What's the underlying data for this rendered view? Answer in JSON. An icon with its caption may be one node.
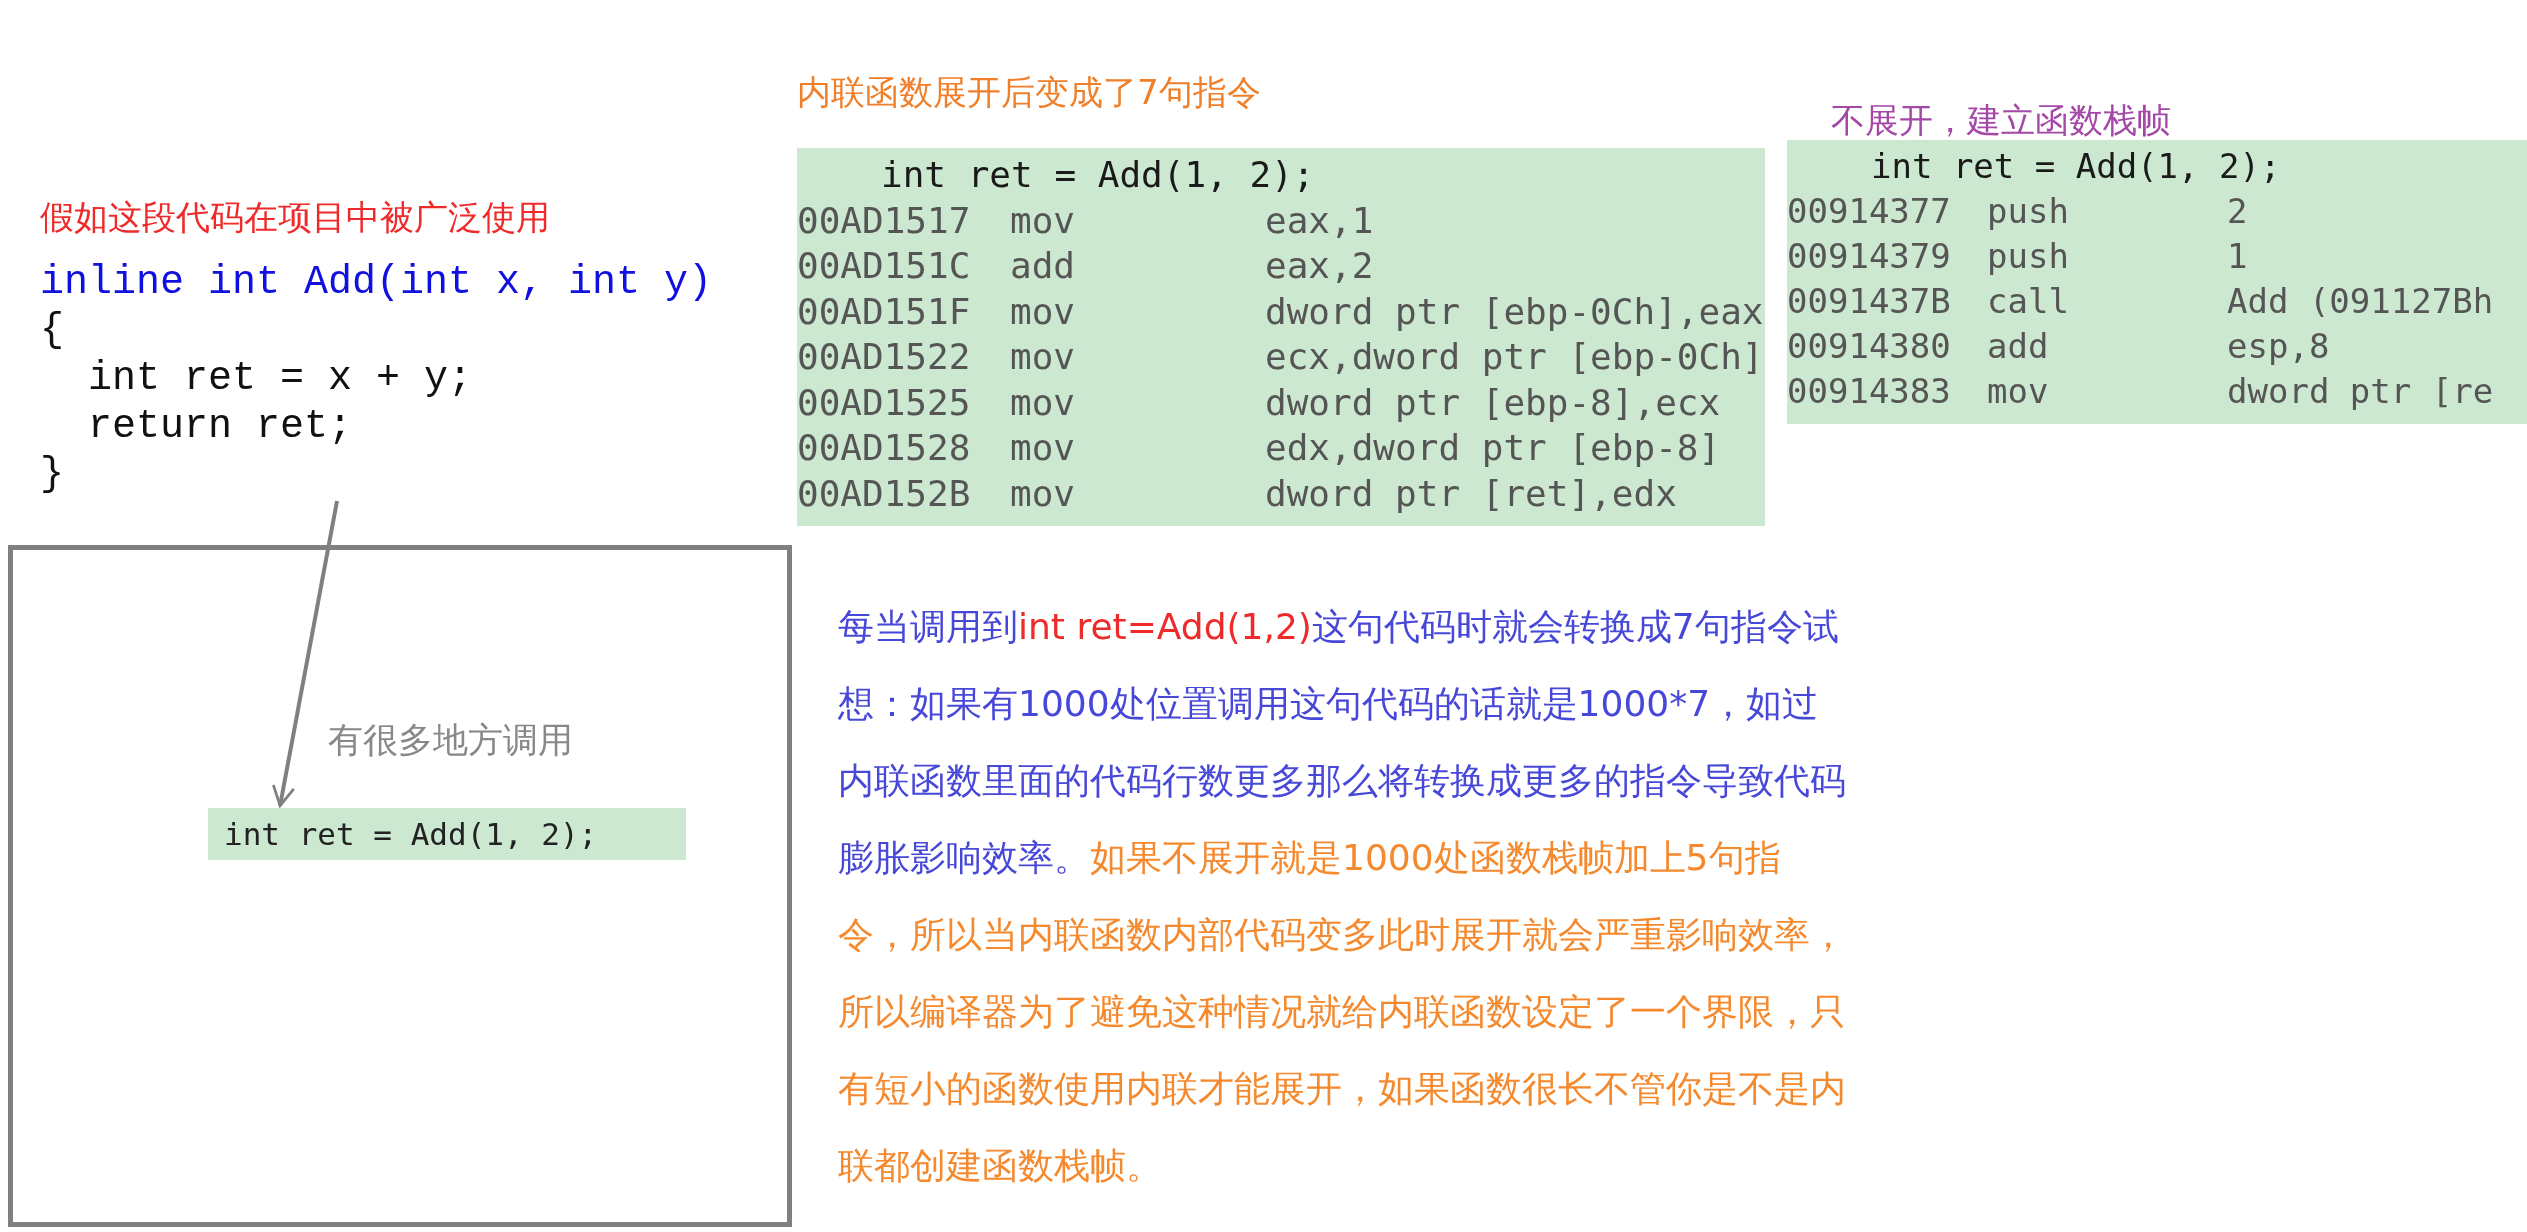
{
  "diagram": {
    "nodes": [
      {
        "text": [
          "假如这段代码在项目中被广泛使用",
          "inline int Add(int x, int y)",
          "{",
          "int ret = x + y;",
          "return ret;",
          "}"
        ]
      },
      {
        "text": [
          "有很多地方调用"
        ]
      },
      {
        "text": [
          "int ret = Add(1, 2);"
        ],
        "in": 1
      },
      {
        "text": [
          "内联函数展开后变成了7句指令",
          "int ret = Add(1, 2);",
          "00AD1517",
          "mov",
          "eax,1",
          "00AD151C",
          "add",
          "eax,2",
          "00AD151F",
          "mov",
          "dword ptr [ebp-0Ch],eax",
          "00AD1522",
          "mov",
          "ecx,dword ptr [ebp-0Ch]",
          "00AD1525",
          "mov",
          "dword ptr [ebp-8],ecx",
          "00AD1528",
          "mov",
          "edx,dword ptr [ebp-8]",
          "00AD152B",
          "mov",
          "dword ptr [ret],edx"
        ]
      },
      {
        "text": [
          "不展开，建立函数栈帧",
          "int ret = Add(1, 2);",
          "00914377",
          "push",
          "2",
          "00914379",
          "push",
          "1",
          "0091437B",
          "call",
          "Add (091127Bh",
          "00914380",
          "add",
          "esp,8",
          "00914383",
          "mov",
          "dword ptr [re"
        ]
      }
    ],
    "edges": [
      {
        "from": 0,
        "to": 2,
        "arrow": "to"
      }
    ],
    "labels": [
      "每当调用到",
      "int ret=Add(1,2)",
      "这句代码时就会转换成7句指令试想：如果有1000处位置调用这句代码的话就是1000*7，如过内联函数里面的代码行数更多那么将转换成更多的指令导致代码膨胀影响效率。",
      "如果不展开就是1000处函数栈帧加上5句指令，所以当内联函数内部代码变多此时展开就会严重影响效率，所以编译器为了避免这种情况就给内联函数设定了一个界限，只有短小的函数使用内联才能展开，如果函数很长不管你是不是内联都创建函数栈帧。"
    ]
  }
}
